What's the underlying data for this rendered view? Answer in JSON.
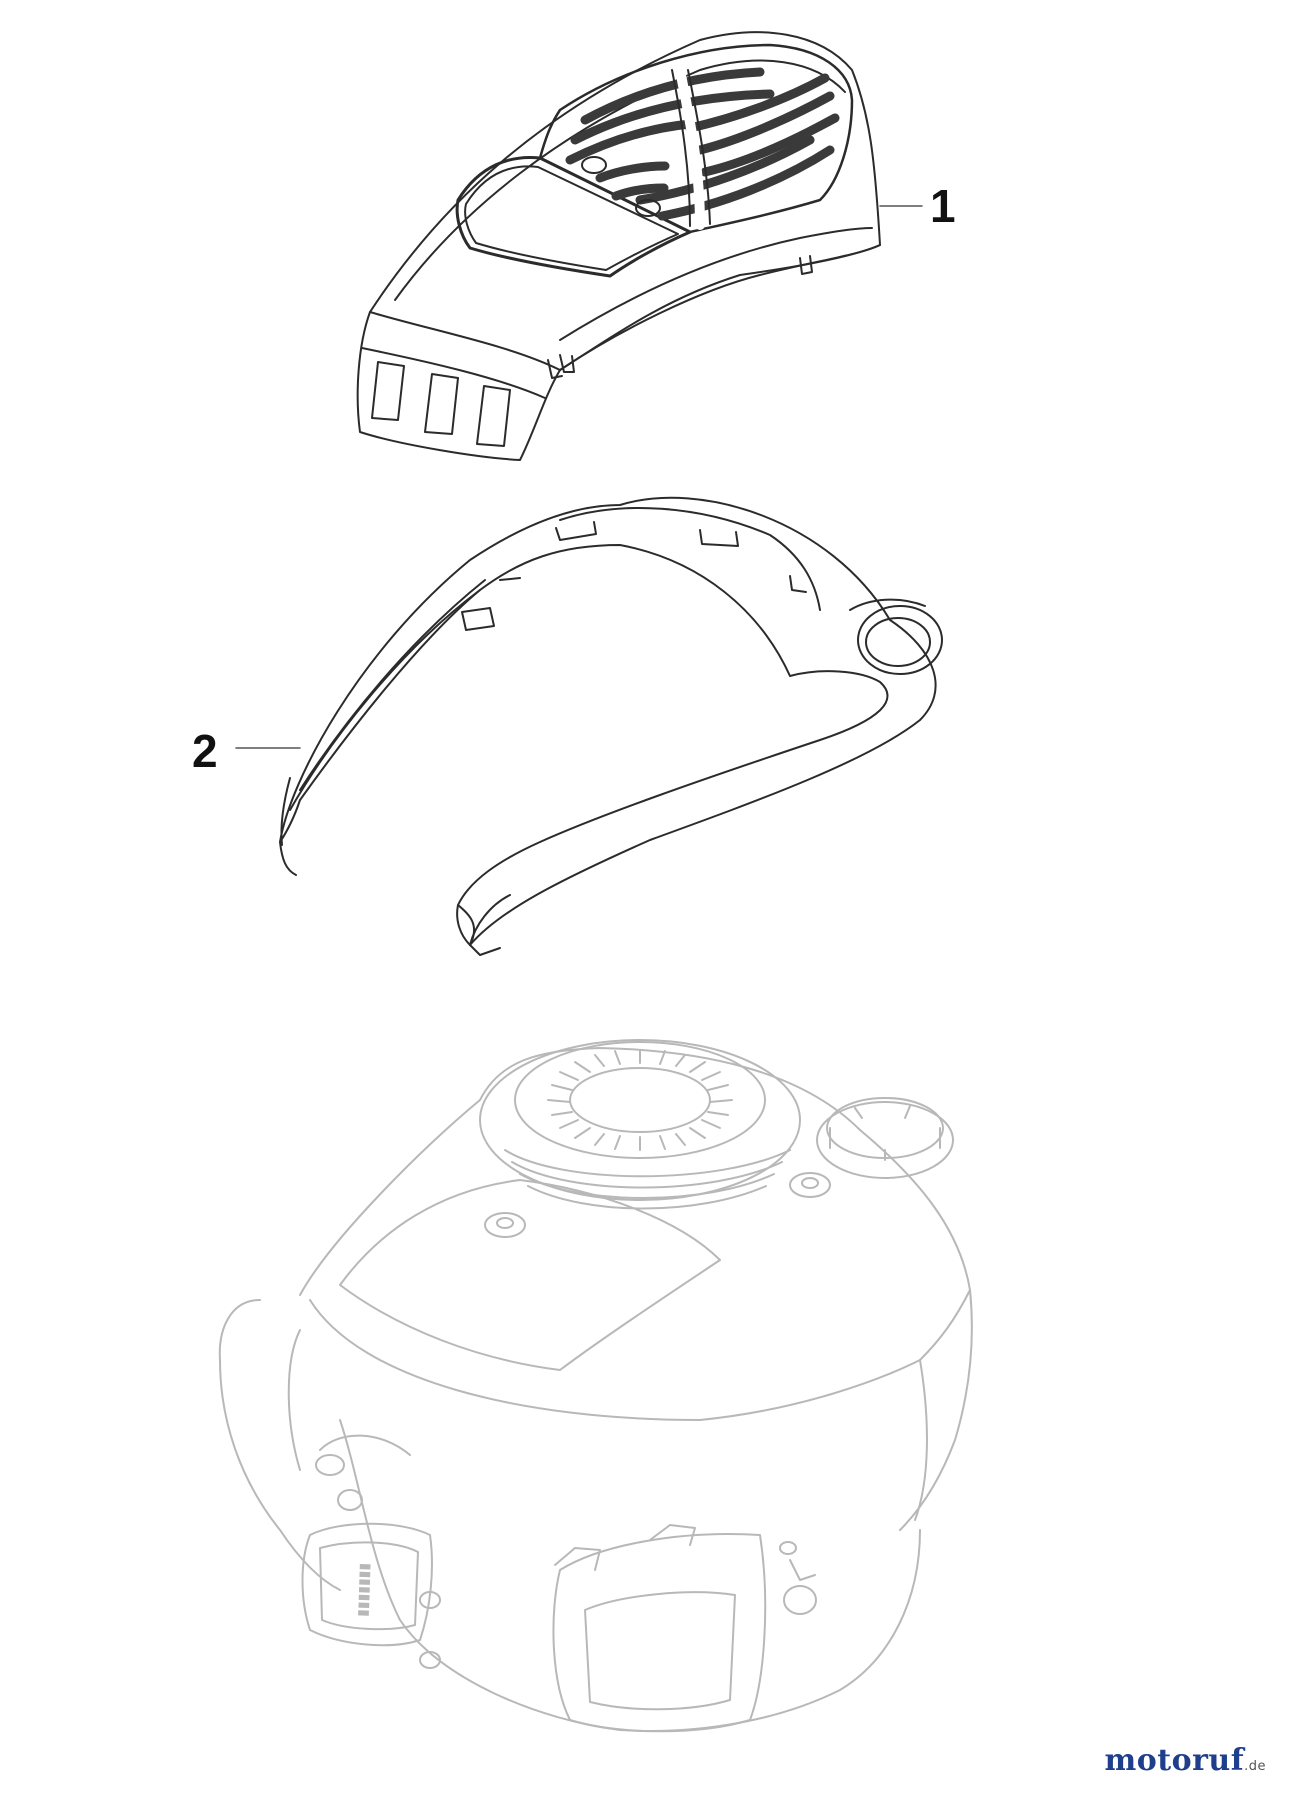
{
  "callouts": {
    "part_1": "1",
    "part_2": "2"
  },
  "watermark": {
    "brand": "motoruf",
    "tld": ".de"
  },
  "colors": {
    "line_dark": "#2b2b2b",
    "line_light": "#b8b8b8",
    "callout": "#111111",
    "brand": "#1f3f8c"
  },
  "icons": {
    "part_1": "engine-top-cover-icon",
    "part_2": "cover-frame-icon",
    "engine": "engine-block-icon"
  }
}
